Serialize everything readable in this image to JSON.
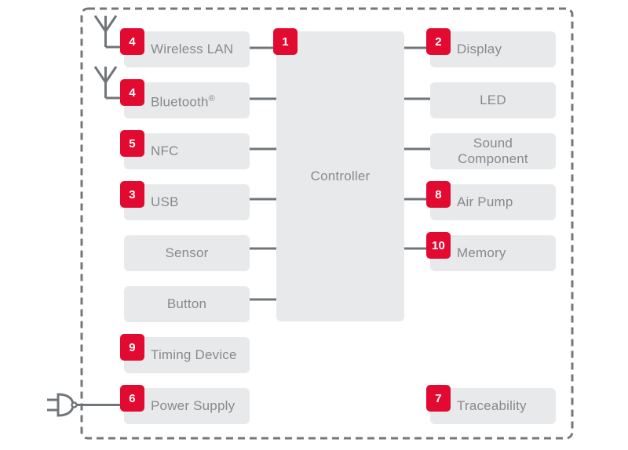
{
  "controller": {
    "label": "Controller",
    "badge": "1"
  },
  "left_column": [
    {
      "label": "Wireless LAN",
      "badge": "4",
      "icon": "antenna"
    },
    {
      "label": "Bluetooth",
      "reg": "®",
      "badge": "4",
      "icon": "antenna"
    },
    {
      "label": "NFC",
      "badge": "5"
    },
    {
      "label": "USB",
      "badge": "3"
    },
    {
      "label": "Sensor"
    },
    {
      "label": "Button"
    },
    {
      "label": "Timing Device",
      "badge": "9"
    },
    {
      "label": "Power Supply",
      "badge": "6",
      "icon": "power-plug"
    }
  ],
  "right_column": [
    {
      "label": "Display",
      "badge": "2"
    },
    {
      "label": "LED"
    },
    {
      "label": "Sound Component"
    },
    {
      "label": "Air Pump",
      "badge": "8"
    },
    {
      "label": "Memory",
      "badge": "10"
    },
    {
      "label": "Traceability",
      "badge": "7"
    }
  ],
  "colors": {
    "badge": "#e30a32",
    "block": "#e8e9ea",
    "text": "#87898c",
    "line": "#70757a",
    "dash": "#73777a"
  }
}
